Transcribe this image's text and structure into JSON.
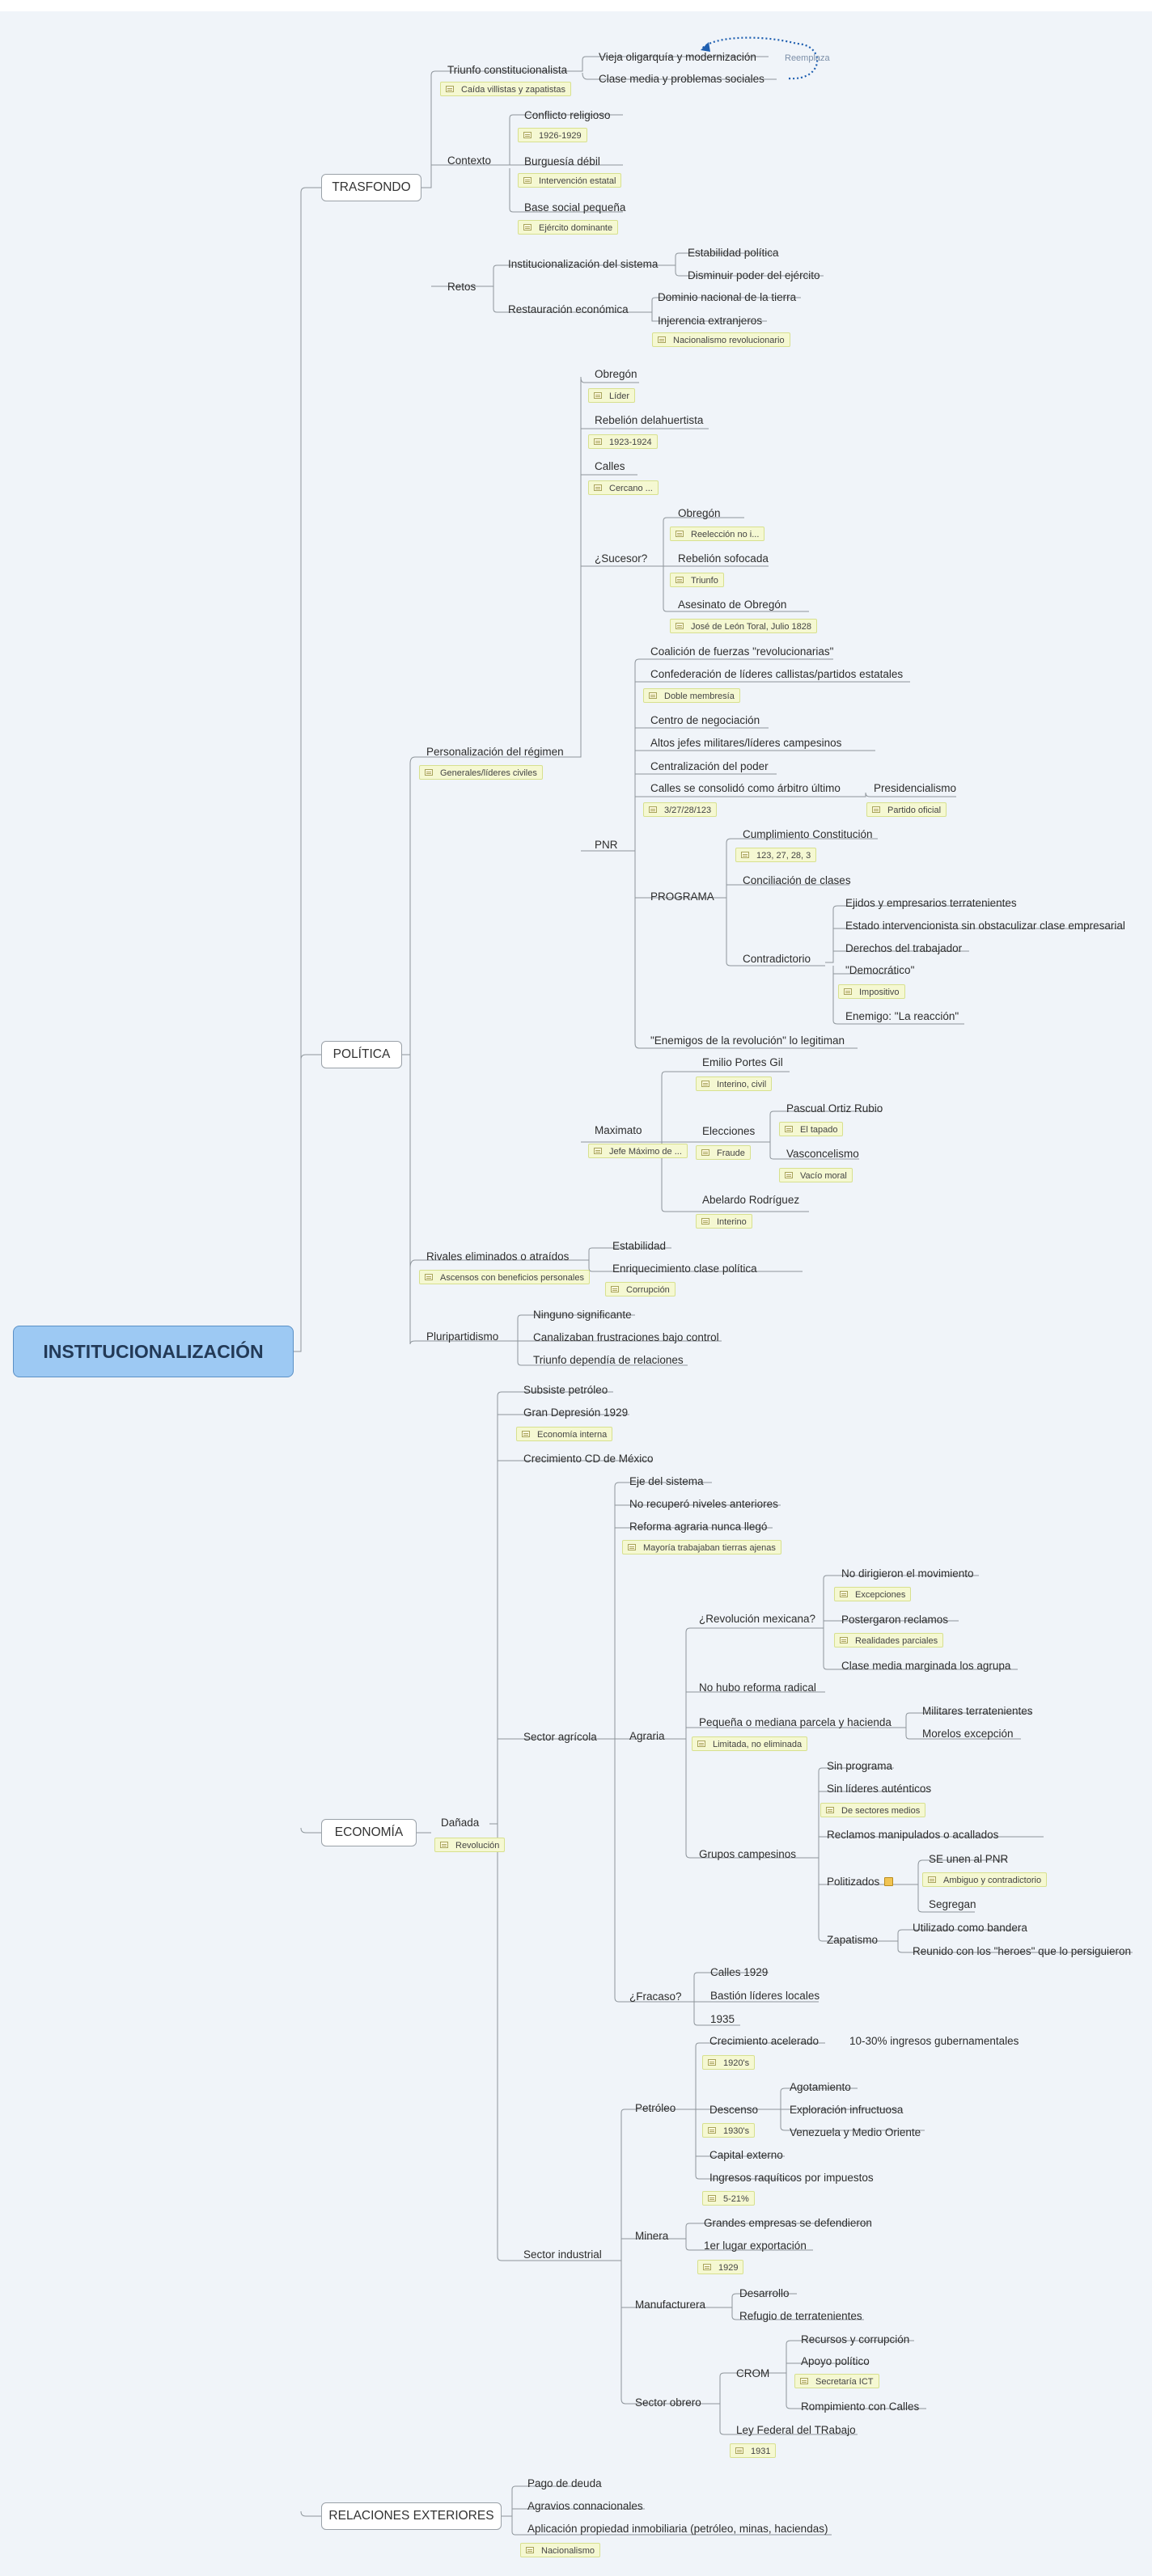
{
  "root": "INSTITUCIONALIZACIÓN",
  "branches": {
    "trasfondo": "TRASFONDO",
    "politica": "POLÍTICA",
    "economia": "ECONOMÍA",
    "relaciones": "RELACIONES EXTERIORES"
  },
  "trasfondo": {
    "triunfo": "Triunfo constitucionalista",
    "caida": "Caída villistas y zapatistas",
    "vieja": "Vieja oligarquía y modernización",
    "clase_media": "Clase media y problemas sociales",
    "reemplaza": "Reemplaza",
    "contexto": "Contexto",
    "conflicto": "Conflicto religioso",
    "fecha_1926": "1926-1929",
    "burguesia": "Burguesía débil",
    "intervencion": "Intervención estatal",
    "base_social": "Base social pequeña",
    "ejercito": "Ejército dominante",
    "retos": "Retos",
    "inst_sistema": "Institucionalización del sistema",
    "estabilidad_pol": "Estabilidad política",
    "disminuir": "Disminuir poder del ejército",
    "restauracion": "Restauración económica",
    "dominio": "Dominio nacional de la tierra",
    "injerencia": "Injerencia extranjeros",
    "nacionalismo_rev": "Nacionalismo revolucionario"
  },
  "politica": {
    "personalizacion": "Personalización del régimen",
    "generales": "Generales/líderes civiles",
    "obregon": "Obregón",
    "lider": "Líder",
    "rebelion_dlh": "Rebelión delahuertista",
    "fecha_1923": "1923-1924",
    "calles": "Calles",
    "cercano": "Cercano ...",
    "sucesor": "¿Sucesor?",
    "suc_obregon": "Obregón",
    "reeleccion": "Reelección no i...",
    "rebelion_sofocada": "Rebelión sofocada",
    "triunfo": "Triunfo",
    "asesinato": "Asesinato de Obregón",
    "toral": "José de León Toral, Julio 1828",
    "pnr": "PNR",
    "coalicion": "Coalición de fuerzas \"revolucionarias\"",
    "confederacion": "Confederación de líderes callistas/partidos estatales",
    "doble": "Doble membresía",
    "centro": "Centro de negociación",
    "altos": "Altos jefes militares/líderes campesinos",
    "centralizacion": "Centralización del poder",
    "calles_arbitro": "Calles se consolidó como árbitro último",
    "fecha_327": "3/27/28/123",
    "presidencialismo": "Presidencialismo",
    "partido_oficial": "Partido oficial",
    "programa": "PROGRAMA",
    "cumplimiento": "Cumplimiento Constitución",
    "articulos": "123, 27, 28, 3",
    "conciliacion": "Conciliación de clases",
    "contradictorio": "Contradictorio",
    "ejidos": "Ejidos y empresarios terratenientes",
    "estado_interv": "Estado intervencionista sin obstaculizar clase empresarial",
    "derechos": "Derechos del trabajador",
    "democratico": "\"Democrático\"",
    "impositivo": "Impositivo",
    "enemigo": "Enemigo: \"La reacción\"",
    "enemigos_rev": "\"Enemigos de la revolución\" lo legitiman",
    "maximato": "Maximato",
    "jefe_maximo": "Jefe Máximo de ...",
    "portes_gil": "Emilio Portes Gil",
    "interino_civil": "Interino, civil",
    "elecciones": "Elecciones",
    "fraude": "Fraude",
    "ortiz_rubio": "Pascual Ortiz Rubio",
    "tapado": "El tapado",
    "vasconcelismo": "Vasconcelismo",
    "vacio": "Vacío moral",
    "abelardo": "Abelardo Rodríguez",
    "interino": "Interino",
    "rivales": "Rivales eliminados o atraídos",
    "ascensos": "Ascensos con beneficios personales",
    "estabilidad": "Estabilidad",
    "enriquecimiento": "Enriquecimiento clase política",
    "corrupcion": "Corrupción",
    "pluripartidismo": "Pluripartidismo",
    "ninguno": "Ninguno significante",
    "canalizaban": "Canalizaban frustraciones bajo control",
    "triunfo_dependia": "Triunfo dependía de relaciones"
  },
  "economia": {
    "danada": "Dañada",
    "revolucion": "Revolución",
    "subsiste": "Subsiste petróleo",
    "gran_depresion": "Gran Depresión 1929",
    "economia_interna": "Economía interna",
    "crecimiento_cd": "Crecimiento CD de México",
    "sector_agricola": "Sector agrícola",
    "eje": "Eje del sistema",
    "no_recupero": "No recuperó niveles anteriores",
    "reforma_nunca": "Reforma agraria nunca llegó",
    "mayoria": "Mayoría trabajaban tierras ajenas",
    "agraria": "Agraria",
    "revolucion_mex": "¿Revolución mexicana?",
    "no_dirigieron": "No dirigieron el movimiento",
    "excepciones": "Excepciones",
    "postergaron": "Postergaron reclamos",
    "realidades": "Realidades parciales",
    "clase_marginada": "Clase media marginada los agrupa",
    "no_hubo_reforma": "No hubo reforma radical",
    "pequena": "Pequeña  o mediana parcela y hacienda",
    "limitada": "Limitada, no eliminada",
    "militares_terr": "Militares terratenientes",
    "morelos": "Morelos excepción",
    "grupos": "Grupos campesinos",
    "sin_programa": "Sin programa",
    "sin_lideres": "Sin líderes auténticos",
    "de_sectores": "De sectores medios",
    "reclamos": "Reclamos manipulados o acallados",
    "politizados": "Politizados",
    "se_unen": "SE unen al PNR",
    "ambiguo": "Ambiguo y contradictorio",
    "segregan": "Segregan",
    "zapatismo": "Zapatismo",
    "bandera": "Utilizado como bandera",
    "reunido": "Reunido con los \"heroes\" que lo persiguieron",
    "fracaso": "¿Fracaso?",
    "calles_1929": "Calles 1929",
    "bastion": "Bastión líderes locales",
    "anio_1935": "1935",
    "sector_industrial": "Sector industrial",
    "petroleo": "Petróleo",
    "crecimiento_acel": "Crecimiento acelerado",
    "ingresos_gub": "10-30% ingresos gubernamentales",
    "d_1920s": "1920's",
    "descenso": "Descenso",
    "d_1930s": "1930's",
    "agotamiento": "Agotamiento",
    "exploracion": "Exploración infructuosa",
    "venezuela": "Venezuela y Medio Oriente",
    "capital_externo": "Capital externo",
    "ingresos_raquiticos": "Ingresos raquíticos por impuestos",
    "porcentaje": "5-21%",
    "minera": "Minera",
    "grandes_empresas": "Grandes empresas se defendieron",
    "primer_lugar": "1er lugar exportación",
    "anio_1929": "1929",
    "manufacturera": "Manufacturera",
    "desarrollo": "Desarrollo",
    "refugio": "Refugio de terratenientes",
    "sector_obrero": "Sector obrero",
    "crom": "CROM",
    "recursos": "Recursos y corrupción",
    "apoyo": "Apoyo político",
    "secretaria": "Secretaría ICT",
    "rompimiento": "Rompimiento con Calles",
    "ley_federal": "Ley Federal del TRabajo",
    "anio_1931": "1931"
  },
  "relaciones": {
    "pago": "Pago de deuda",
    "agravios": "Agravios connacionales",
    "aplicacion": "Aplicación propiedad inmobiliaria (petróleo, minas, haciendas)",
    "nacionalismo": "Nacionalismo"
  },
  "colors": {
    "background": "#f0f4f9",
    "root_fill": "#9dc9f3",
    "root_border": "#5a90c6",
    "line": "#8e959b",
    "note_fill": "#f5f8d2",
    "relationship": "#1f5fb0"
  }
}
